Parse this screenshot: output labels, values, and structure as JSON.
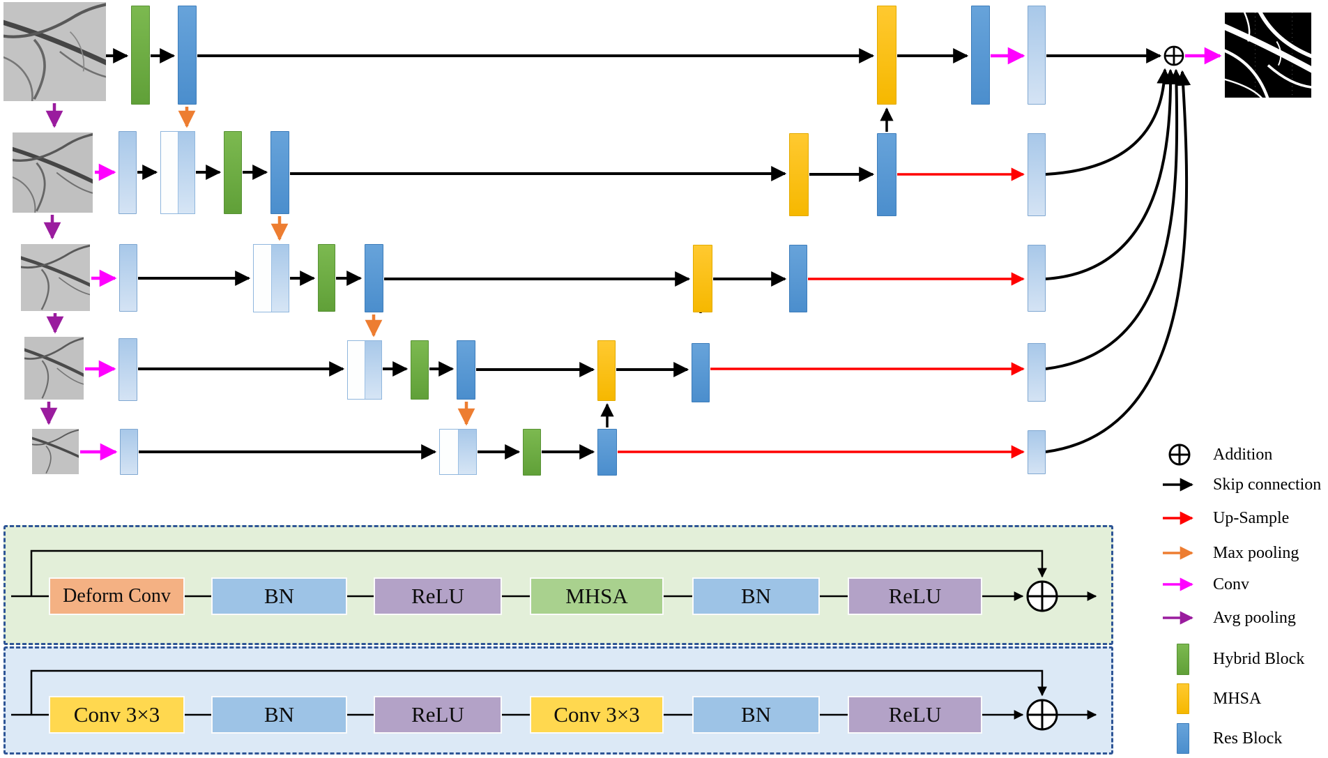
{
  "diagram": {
    "title": "U-Net style encoder-decoder segmentation network with hybrid blocks and MHSA",
    "rows": 5,
    "input_description": "grayscale retinal fundus image at 5 scales",
    "output_description": "binary vessel segmentation mask"
  },
  "legend": {
    "items": [
      {
        "name": "addition",
        "label": "Addition",
        "icon": "plus-circle"
      },
      {
        "name": "skip-connection",
        "label": "Skip connection",
        "arrow_color": "#000000"
      },
      {
        "name": "up-sample",
        "label": "Up-Sample",
        "arrow_color": "#FF0000"
      },
      {
        "name": "max-pooling",
        "label": "Max pooling",
        "arrow_color": "#ED7D31"
      },
      {
        "name": "conv",
        "label": "Conv",
        "arrow_color": "#FF00FF"
      },
      {
        "name": "avg-pooling",
        "label": "Avg pooling",
        "arrow_color": "#9A1C9E"
      },
      {
        "name": "hybrid-block",
        "label": "Hybrid Block",
        "swatch_color": "#6FAD46"
      },
      {
        "name": "mhsa",
        "label": "MHSA",
        "swatch_color": "#FFC000"
      },
      {
        "name": "res-block",
        "label": "Res Block",
        "swatch_color": "#5B9BD5"
      }
    ]
  },
  "panels": {
    "hybrid_detail": {
      "background": "#E3EFD9",
      "blocks": [
        {
          "label": "Deform Conv",
          "color": "#F4B183"
        },
        {
          "label": "BN",
          "color": "#9DC3E6"
        },
        {
          "label": "ReLU",
          "color": "#B3A2C7"
        },
        {
          "label": "MHSA",
          "color": "#A9D18E"
        },
        {
          "label": "BN",
          "color": "#9DC3E6"
        },
        {
          "label": "ReLU",
          "color": "#B3A2C7"
        }
      ]
    },
    "res_detail": {
      "background": "#DCE9F6",
      "blocks": [
        {
          "label": "Conv 3×3",
          "color": "#FFD84F"
        },
        {
          "label": "BN",
          "color": "#9DC3E6"
        },
        {
          "label": "ReLU",
          "color": "#B3A2C7"
        },
        {
          "label": "Conv 3×3",
          "color": "#FFD84F"
        },
        {
          "label": "BN",
          "color": "#9DC3E6"
        },
        {
          "label": "ReLU",
          "color": "#B3A2C7"
        }
      ]
    }
  },
  "colors": {
    "hybrid_block": "#6FAD46",
    "res_block": "#5B9BD5",
    "mhsa_block": "#FFC000",
    "feature_map": "#A8C8E9",
    "skip_arrow": "#000000",
    "upsample_arrow": "#FF0000",
    "maxpool_arrow": "#ED7D31",
    "conv_arrow": "#FF00FF",
    "avgpool_arrow": "#9A1C9E",
    "panel_border": "#2E5596"
  }
}
